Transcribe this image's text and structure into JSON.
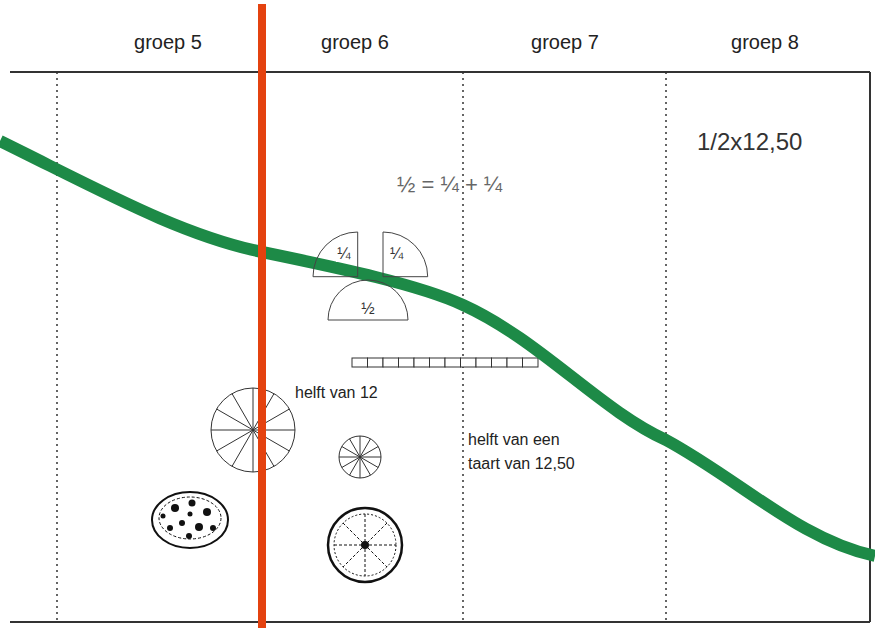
{
  "diagram": {
    "nodes": [
      {
        "text": [
          "¼"
        ]
      },
      {
        "text": [
          "¼"
        ]
      },
      {
        "text": [
          "½"
        ]
      }
    ],
    "labels": [
      "groep 5",
      "groep 6",
      "groep 7",
      "groep 8",
      "1/2x12,50",
      "½ = ¼ + ¼",
      "helft van 12",
      "helft van een taart van 12,50"
    ]
  }
}
